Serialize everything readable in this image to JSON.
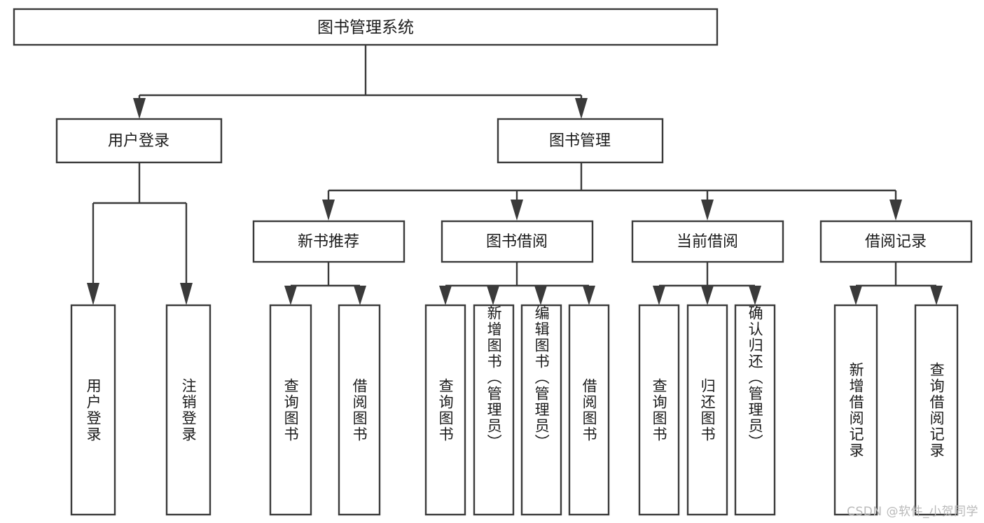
{
  "diagram": {
    "title": "图书管理系统",
    "watermark": "CSDN @软件_小贺同学",
    "stroke_color": "#3a3a3a",
    "text_color": "#1b1b1b",
    "background_color": "#ffffff",
    "watermark_color": "#b9b9b9"
  },
  "root": {
    "label": "图书管理系统"
  },
  "level2": [
    {
      "label": "用户登录"
    },
    {
      "label": "图书管理"
    }
  ],
  "level3": [
    {
      "label": "新书推荐"
    },
    {
      "label": "图书借阅"
    },
    {
      "label": "当前借阅"
    },
    {
      "label": "借阅记录"
    }
  ],
  "leaves": {
    "user_login": [
      {
        "label": "用户登录"
      },
      {
        "label": "注销登录"
      }
    ],
    "new_book": [
      {
        "label": "查询图书"
      },
      {
        "label": "借阅图书"
      }
    ],
    "book_borrow": [
      {
        "label": "查询图书"
      },
      {
        "label": "新增图书（管理员）"
      },
      {
        "label": "编辑图书（管理员）"
      },
      {
        "label": "借阅图书"
      }
    ],
    "current_borrow": [
      {
        "label": "查询图书"
      },
      {
        "label": "归还图书"
      },
      {
        "label": "确认归还（管理员）"
      }
    ],
    "borrow_record": [
      {
        "label": "新增借阅记录"
      },
      {
        "label": "查询借阅记录"
      }
    ]
  },
  "chart_data": {
    "type": "diagram",
    "title": "图书管理系统",
    "structure": "tree",
    "nodes": [
      {
        "id": "root",
        "label": "图书管理系统",
        "level": 0,
        "parent": null
      },
      {
        "id": "n1",
        "label": "用户登录",
        "level": 1,
        "parent": "root"
      },
      {
        "id": "n2",
        "label": "图书管理",
        "level": 1,
        "parent": "root"
      },
      {
        "id": "n1a",
        "label": "用户登录",
        "level": 2,
        "parent": "n1"
      },
      {
        "id": "n1b",
        "label": "注销登录",
        "level": 2,
        "parent": "n1"
      },
      {
        "id": "n2a",
        "label": "新书推荐",
        "level": 2,
        "parent": "n2"
      },
      {
        "id": "n2b",
        "label": "图书借阅",
        "level": 2,
        "parent": "n2"
      },
      {
        "id": "n2c",
        "label": "当前借阅",
        "level": 2,
        "parent": "n2"
      },
      {
        "id": "n2d",
        "label": "借阅记录",
        "level": 2,
        "parent": "n2"
      },
      {
        "id": "n2a1",
        "label": "查询图书",
        "level": 3,
        "parent": "n2a"
      },
      {
        "id": "n2a2",
        "label": "借阅图书",
        "level": 3,
        "parent": "n2a"
      },
      {
        "id": "n2b1",
        "label": "查询图书",
        "level": 3,
        "parent": "n2b"
      },
      {
        "id": "n2b2",
        "label": "新增图书（管理员）",
        "level": 3,
        "parent": "n2b"
      },
      {
        "id": "n2b3",
        "label": "编辑图书（管理员）",
        "level": 3,
        "parent": "n2b"
      },
      {
        "id": "n2b4",
        "label": "借阅图书",
        "level": 3,
        "parent": "n2b"
      },
      {
        "id": "n2c1",
        "label": "查询图书",
        "level": 3,
        "parent": "n2c"
      },
      {
        "id": "n2c2",
        "label": "归还图书",
        "level": 3,
        "parent": "n2c"
      },
      {
        "id": "n2c3",
        "label": "确认归还（管理员）",
        "level": 3,
        "parent": "n2c"
      },
      {
        "id": "n2d1",
        "label": "新增借阅记录",
        "level": 3,
        "parent": "n2d"
      },
      {
        "id": "n2d2",
        "label": "查询借阅记录",
        "level": 3,
        "parent": "n2d"
      }
    ]
  }
}
